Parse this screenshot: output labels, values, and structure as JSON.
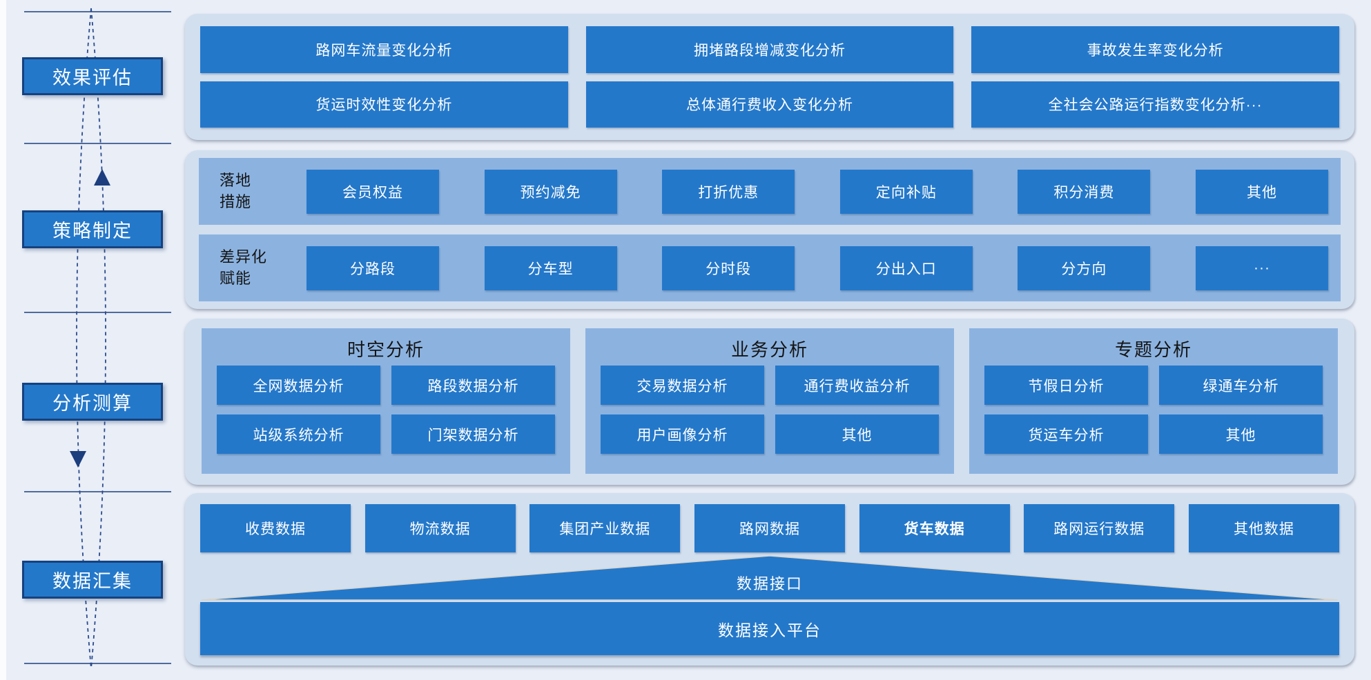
{
  "colors": {
    "page_bg": "#E9EEF7",
    "band_bg": "#D2DFEF",
    "inner_band_bg": "#8CB3E0",
    "box_blue": "#2478CA",
    "stage_border_navy": "#15427F",
    "loop_navy": "#2B4A8C",
    "dark_text": "#141414",
    "white_text": "#FFFFFF"
  },
  "stage_rail": {
    "stages": [
      "效果评估",
      "策略制定",
      "分析测算",
      "数据汇集"
    ]
  },
  "evaluation": {
    "boxes": [
      "路网车流量变化分析",
      "拥堵路段增减变化分析",
      "事故发生率变化分析",
      "货运时效性变化分析",
      "总体通行费收入变化分析",
      "全社会公路运行指数变化分析···"
    ]
  },
  "strategy": {
    "rows": [
      {
        "label_lines": [
          "落地",
          "措施"
        ],
        "boxes": [
          "会员权益",
          "预约减免",
          "打折优惠",
          "定向补贴",
          "积分消费",
          "其他"
        ]
      },
      {
        "label_lines": [
          "差异化",
          "赋能"
        ],
        "boxes": [
          "分路段",
          "分车型",
          "分时段",
          "分出入口",
          "分方向",
          "···"
        ]
      }
    ]
  },
  "analysis": {
    "columns": [
      {
        "title": "时空分析",
        "boxes": [
          "全网数据分析",
          "路段数据分析",
          "站级系统分析",
          "门架数据分析"
        ]
      },
      {
        "title": "业务分析",
        "boxes": [
          "交易数据分析",
          "通行费收益分析",
          "用户画像分析",
          "其他"
        ]
      },
      {
        "title": "专题分析",
        "boxes": [
          "节假日分析",
          "绿通车分析",
          "货运车分析",
          "其他"
        ]
      }
    ]
  },
  "data_layer": {
    "sources": [
      "收费数据",
      "物流数据",
      "集团产业数据",
      "路网数据",
      "货车数据",
      "路网运行数据",
      "其他数据"
    ],
    "interface_label": "数据接口",
    "platform_label": "数据接入平台"
  }
}
